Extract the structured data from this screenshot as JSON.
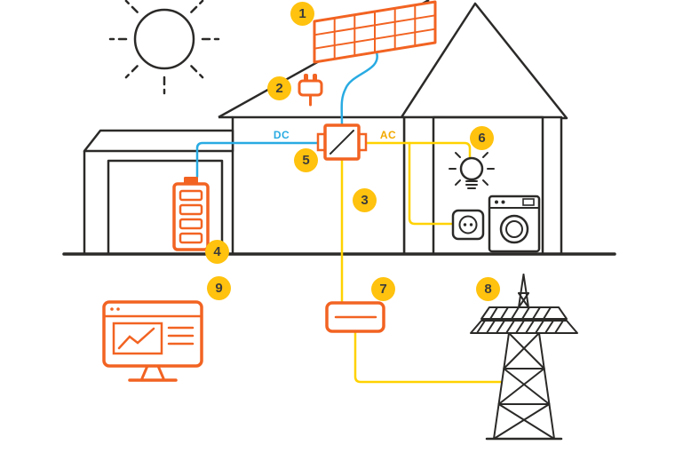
{
  "diagram": {
    "badges": [
      {
        "number": "1",
        "name": "solar-panels"
      },
      {
        "number": "2",
        "name": "roof-junction-plug"
      },
      {
        "number": "3",
        "name": "power-cable"
      },
      {
        "number": "4",
        "name": "battery"
      },
      {
        "number": "5",
        "name": "inverter"
      },
      {
        "number": "6",
        "name": "home-appliances"
      },
      {
        "number": "7",
        "name": "energy-meter"
      },
      {
        "number": "8",
        "name": "grid-pylon"
      },
      {
        "number": "9",
        "name": "monitoring-screen"
      }
    ],
    "wire_labels": {
      "dc": "DC",
      "ac": "AC"
    },
    "colors": {
      "orange": "#F26322",
      "badge_yellow": "#FFC20E",
      "wire_yellow": "#FFD200",
      "wire_blue": "#29ABE2",
      "outline": "#2B2A29"
    }
  }
}
